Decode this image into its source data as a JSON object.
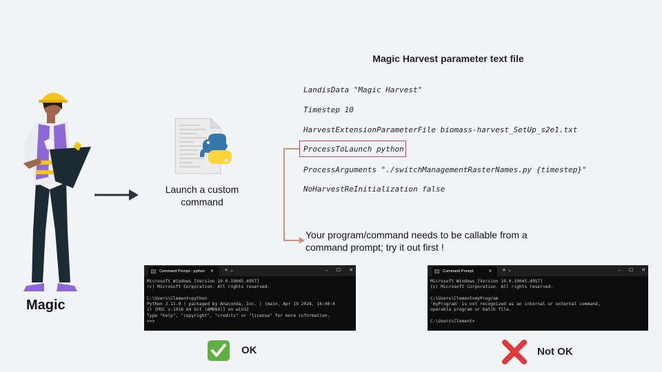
{
  "param_file": {
    "title": "Magic Harvest parameter text file",
    "lines": [
      "LandisData \"Magic Harvest\"",
      "Timestep 10",
      "HarvestExtensionParameterFile biomass-harvest_SetUp_s2e1.txt",
      "ProcessToLaunch python",
      "ProcessArguments \"./switchManagementRasterNames.py {timestep}\"",
      "NoHarvestReInitialization false"
    ]
  },
  "note": "Your program/command needs to be callable from a command prompt; try it out first !",
  "launch_label": "Launch a custom command",
  "character_label": "Magic",
  "terminal_ok": {
    "tab_title": "Command Prompt - python",
    "lines": [
      "Microsoft Windows [Version 10.0.19045.4957]",
      "(c) Microsoft Corporation. All rights reserved.",
      "",
      "C:\\Users\\Clement>python",
      "Python 3.11.9 | packaged by Anaconda, Inc. | (main, Apr 19 2024, 16:40:4",
      "1) [MSC v.1916 64 bit (AMD64)] on win32",
      "Type \"help\", \"copyright\", \"credits\" or \"license\" for more information.",
      ">>>"
    ]
  },
  "terminal_notok": {
    "tab_title": "Command Prompt",
    "lines": [
      "Microsoft Windows [Version 10.0.19045.4957]",
      "(c) Microsoft Corporation. All rights reserved.",
      "",
      "C:\\Users\\Clement>myProgram",
      "'myProgram' is not recognized as an internal or external command,",
      "operable program or batch file.",
      "",
      "C:\\Users\\Clement>"
    ]
  },
  "status_ok": "OK",
  "status_notok": "Not OK",
  "colors": {
    "background": "#f2f4f7",
    "highlight_box": "#c0504d",
    "connector": "#d09077",
    "arrow": "#2e3440",
    "check_green": "#5fb043",
    "cross_red": "#dd3b3b",
    "python_blue": "#3776ab",
    "python_yellow": "#ffd43b",
    "worker_purple": "#8f68d8",
    "helmet_yellow": "#f5c518"
  },
  "icons": {
    "check": "check-mark-icon",
    "cross": "cross-mark-icon",
    "python": "python-file-icon",
    "arrow": "right-arrow-icon"
  }
}
